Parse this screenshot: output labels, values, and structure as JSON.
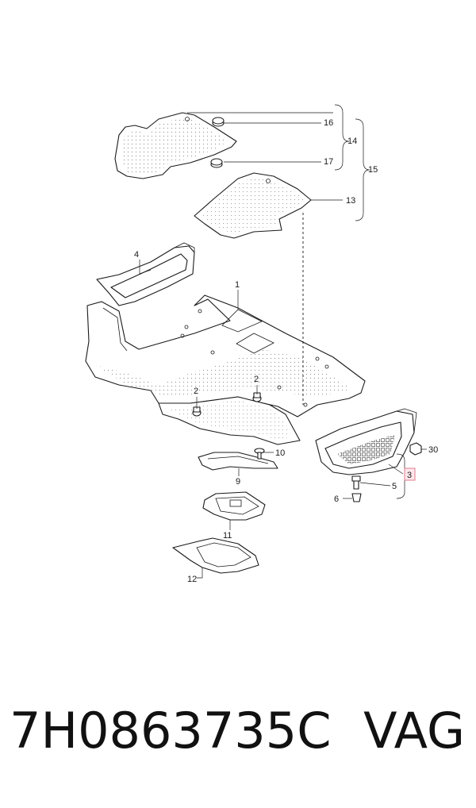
{
  "callouts": {
    "c1": "1",
    "c2a": "2",
    "c2b": "2",
    "c3": "3",
    "c4": "4",
    "c5": "5",
    "c6": "6",
    "c9": "9",
    "c10": "10",
    "c11": "11",
    "c12": "12",
    "c13": "13",
    "c14": "14",
    "c15": "15",
    "c16": "16",
    "c17": "17",
    "c30": "30"
  },
  "highlight": {
    "callout": "3",
    "color": "#e07a8a"
  },
  "footer": {
    "part_number": "7H0863735C",
    "brand": "VAG"
  }
}
